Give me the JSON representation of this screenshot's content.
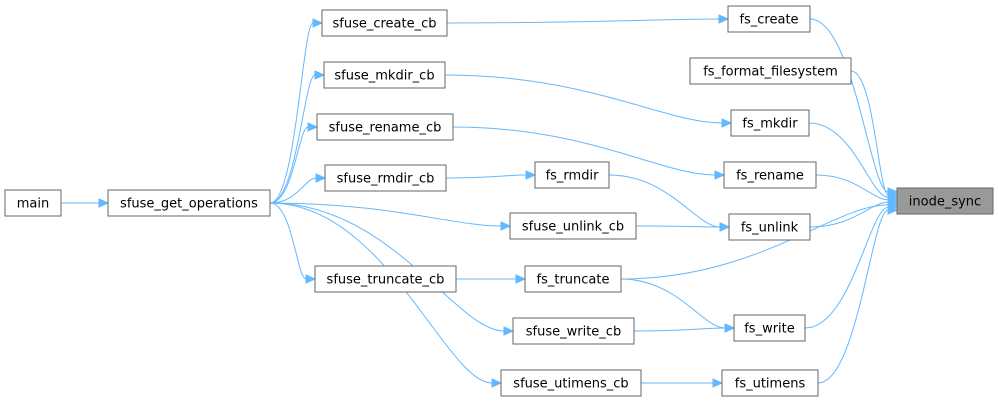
{
  "graph": {
    "edge_color": "#63b8ff",
    "node_border_color": "#666666",
    "focus_fill_color": "#999999",
    "nodes": [
      {
        "id": "main",
        "label": "main",
        "focus": false
      },
      {
        "id": "sfuse_get_operations",
        "label": "sfuse_get_operations",
        "focus": false
      },
      {
        "id": "sfuse_create_cb",
        "label": "sfuse_create_cb",
        "focus": false
      },
      {
        "id": "sfuse_mkdir_cb",
        "label": "sfuse_mkdir_cb",
        "focus": false
      },
      {
        "id": "sfuse_rename_cb",
        "label": "sfuse_rename_cb",
        "focus": false
      },
      {
        "id": "sfuse_rmdir_cb",
        "label": "sfuse_rmdir_cb",
        "focus": false
      },
      {
        "id": "sfuse_unlink_cb",
        "label": "sfuse_unlink_cb",
        "focus": false
      },
      {
        "id": "sfuse_truncate_cb",
        "label": "sfuse_truncate_cb",
        "focus": false
      },
      {
        "id": "sfuse_write_cb",
        "label": "sfuse_write_cb",
        "focus": false
      },
      {
        "id": "sfuse_utimens_cb",
        "label": "sfuse_utimens_cb",
        "focus": false
      },
      {
        "id": "fs_create",
        "label": "fs_create",
        "focus": false
      },
      {
        "id": "fs_format_filesystem",
        "label": "fs_format_filesystem",
        "focus": false
      },
      {
        "id": "fs_mkdir",
        "label": "fs_mkdir",
        "focus": false
      },
      {
        "id": "fs_rename",
        "label": "fs_rename",
        "focus": false
      },
      {
        "id": "fs_rmdir",
        "label": "fs_rmdir",
        "focus": false
      },
      {
        "id": "fs_unlink",
        "label": "fs_unlink",
        "focus": false
      },
      {
        "id": "fs_truncate",
        "label": "fs_truncate",
        "focus": false
      },
      {
        "id": "fs_write",
        "label": "fs_write",
        "focus": false
      },
      {
        "id": "fs_utimens",
        "label": "fs_utimens",
        "focus": false
      },
      {
        "id": "inode_sync",
        "label": "inode_sync",
        "focus": true
      }
    ],
    "edges": [
      {
        "from": "main",
        "to": "sfuse_get_operations"
      },
      {
        "from": "sfuse_get_operations",
        "to": "sfuse_create_cb"
      },
      {
        "from": "sfuse_get_operations",
        "to": "sfuse_mkdir_cb"
      },
      {
        "from": "sfuse_get_operations",
        "to": "sfuse_rename_cb"
      },
      {
        "from": "sfuse_get_operations",
        "to": "sfuse_rmdir_cb"
      },
      {
        "from": "sfuse_get_operations",
        "to": "sfuse_unlink_cb"
      },
      {
        "from": "sfuse_get_operations",
        "to": "sfuse_truncate_cb"
      },
      {
        "from": "sfuse_get_operations",
        "to": "sfuse_write_cb"
      },
      {
        "from": "sfuse_get_operations",
        "to": "sfuse_utimens_cb"
      },
      {
        "from": "sfuse_create_cb",
        "to": "fs_create"
      },
      {
        "from": "sfuse_mkdir_cb",
        "to": "fs_mkdir"
      },
      {
        "from": "sfuse_rename_cb",
        "to": "fs_rename"
      },
      {
        "from": "sfuse_rmdir_cb",
        "to": "fs_rmdir"
      },
      {
        "from": "sfuse_unlink_cb",
        "to": "fs_unlink"
      },
      {
        "from": "sfuse_truncate_cb",
        "to": "fs_truncate"
      },
      {
        "from": "sfuse_write_cb",
        "to": "fs_write"
      },
      {
        "from": "sfuse_utimens_cb",
        "to": "fs_utimens"
      },
      {
        "from": "fs_rmdir",
        "to": "fs_unlink"
      },
      {
        "from": "fs_truncate",
        "to": "fs_write"
      },
      {
        "from": "fs_create",
        "to": "inode_sync"
      },
      {
        "from": "fs_format_filesystem",
        "to": "inode_sync"
      },
      {
        "from": "fs_mkdir",
        "to": "inode_sync"
      },
      {
        "from": "fs_rename",
        "to": "inode_sync"
      },
      {
        "from": "fs_unlink",
        "to": "inode_sync"
      },
      {
        "from": "fs_truncate",
        "to": "inode_sync"
      },
      {
        "from": "fs_write",
        "to": "inode_sync"
      },
      {
        "from": "fs_utimens",
        "to": "inode_sync"
      }
    ]
  }
}
